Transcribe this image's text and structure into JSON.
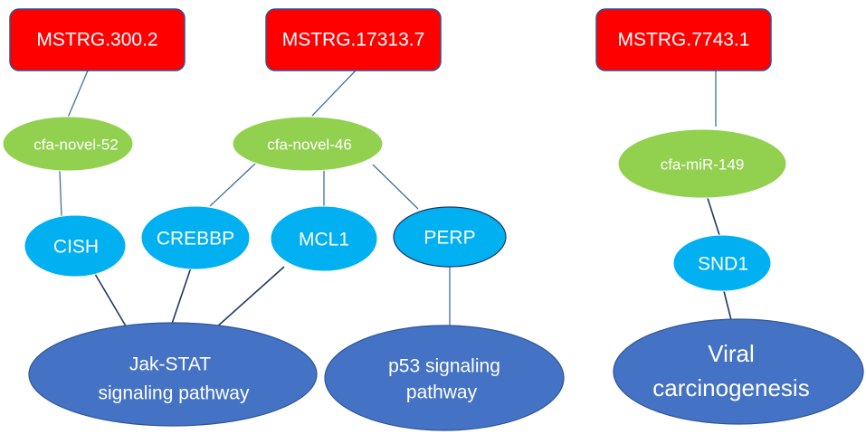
{
  "lncrnas": {
    "a": "MSTRG.300.2",
    "b": "MSTRG.17313.7",
    "c": "MSTRG.7743.1"
  },
  "mirnas": {
    "a": "cfa-novel-52",
    "b": "cfa-novel-46",
    "c": "cfa-miR-149"
  },
  "genes": {
    "cish": "CISH",
    "crebbp": "CREBBP",
    "mcl1": "MCL1",
    "perp": "PERP",
    "snd1": "SND1"
  },
  "pathways": {
    "jak_stat": {
      "line1": "Jak-STAT",
      "line2": "signaling pathway"
    },
    "p53": {
      "line1": "p53 signaling",
      "line2": "pathway"
    },
    "viral": {
      "line1": "Viral",
      "line2": "carcinogenesis"
    }
  },
  "edges": [
    [
      "lncrna-a",
      "mirna-a"
    ],
    [
      "lncrna-b",
      "mirna-b"
    ],
    [
      "lncrna-c",
      "mirna-c"
    ],
    [
      "mirna-a",
      "gene-cish"
    ],
    [
      "mirna-b",
      "gene-crebbp"
    ],
    [
      "mirna-b",
      "gene-mcl1"
    ],
    [
      "mirna-b",
      "gene-perp"
    ],
    [
      "mirna-c",
      "gene-snd1"
    ],
    [
      "gene-cish",
      "pathway-jak-stat"
    ],
    [
      "gene-crebbp",
      "pathway-jak-stat"
    ],
    [
      "gene-mcl1",
      "pathway-jak-stat"
    ],
    [
      "gene-perp",
      "pathway-p53"
    ],
    [
      "gene-snd1",
      "pathway-viral"
    ]
  ],
  "colors": {
    "lncrna_fill": "#ff0000",
    "mirna_fill": "#92d050",
    "gene_fill": "#00b0f0",
    "pathway_fill": "#4472c4",
    "edge": "#41719c",
    "edge_dark": "#1f3864"
  }
}
